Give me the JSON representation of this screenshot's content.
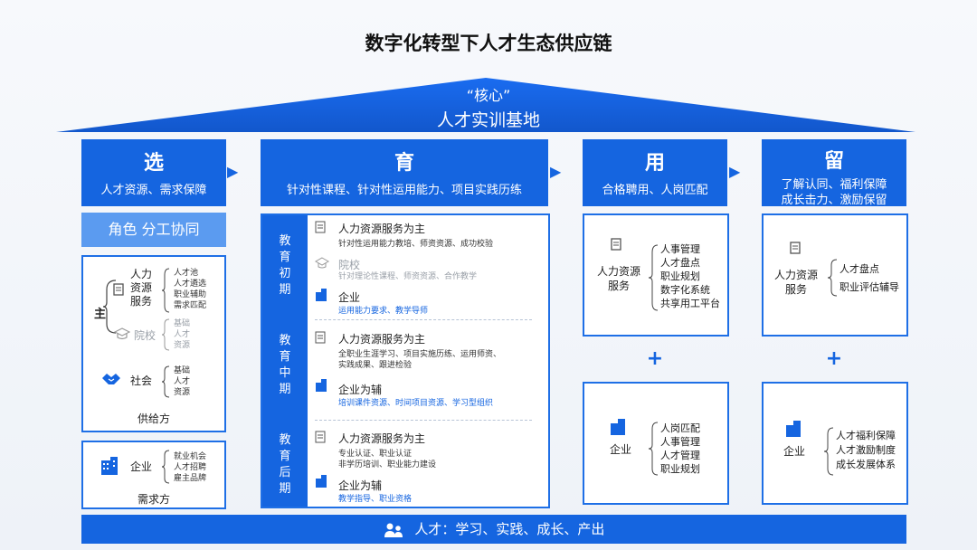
{
  "title": "数字化转型下人才生态供应链",
  "roof": {
    "line1": "“核心”",
    "line2": "人才实训基地"
  },
  "columns": [
    {
      "big": "选",
      "sub": "人才资源、需求保障"
    },
    {
      "big": "育",
      "sub": "针对性课程、针对性运用能力、项目实践历练"
    },
    {
      "big": "用",
      "sub": "合格聘用、人岗匹配"
    },
    {
      "big": "留",
      "sub1": "了解认同、福利保障",
      "sub2": "成长击力、激励保留"
    }
  ],
  "select": {
    "role_bar": "角色  分工协同",
    "main_label": "主",
    "hr_label": "人力\n资源\n服务",
    "hr_items": [
      "人才池",
      "人才遴选",
      "职业辅助",
      "需求匹配"
    ],
    "school_label": "院校",
    "school_items": [
      "基础",
      "人才",
      "资源"
    ],
    "society_label": "社会",
    "society_items": [
      "基础",
      "人才",
      "资源"
    ],
    "supply_caption": "供给方",
    "enterprise_label": "企业",
    "enterprise_items": [
      "就业机会",
      "人才招聘",
      "雇主品牌"
    ],
    "demand_caption": "需求方"
  },
  "educate": {
    "stages": [
      {
        "label": [
          "教",
          "育",
          "初",
          "期"
        ],
        "blocks": [
          {
            "title": "人力资源服务为主",
            "desc": "针对性运用能力教培、师资资源、成功校验",
            "gray": false
          },
          {
            "title": "院校",
            "desc": "针对理论性课程、师资资源、合作教学",
            "gray": true
          },
          {
            "title": "企业",
            "desc": "运用能力要求、教学导师",
            "gray": false,
            "blue": true
          }
        ]
      },
      {
        "label": [
          "教",
          "育",
          "中",
          "期"
        ],
        "blocks": [
          {
            "title": "人力资源服务为主",
            "desc": "全职业生涯学习、项目实施历练、运用师资、实践成果、跟进检验",
            "gray": false
          },
          {
            "title": "企业为辅",
            "desc": "培训课件资源、时间项目资源、学习型组织",
            "gray": false,
            "blue": true
          }
        ]
      },
      {
        "label": [
          "教",
          "育",
          "后",
          "期"
        ],
        "blocks": [
          {
            "title": "人力资源服务为主",
            "desc": "专业认证、职业认证\n非学历培训、职业能力建设",
            "gray": false
          },
          {
            "title": "企业为辅",
            "desc": "教学指导、职业资格",
            "gray": false,
            "blue": true
          }
        ]
      }
    ]
  },
  "use": {
    "top_label": "人力资源\n服务",
    "top_items": [
      "人事管理",
      "人才盘点",
      "职业规划",
      "数字化系统",
      "共享用工平台"
    ],
    "bottom_label": "企业",
    "bottom_items": [
      "人岗匹配",
      "人事管理",
      "人才管理",
      "职业规划"
    ]
  },
  "retain": {
    "top_label": "人力资源\n服务",
    "top_items": [
      "人才盘点",
      "职业评估辅导"
    ],
    "bottom_label": "企业",
    "bottom_items": [
      "人才福利保障",
      "人才激励制度",
      "成长发展体系"
    ]
  },
  "plus": "+",
  "bottom_bar": "人才：学习、实践、成长、产出",
  "colors": {
    "primary": "#1565e0",
    "light": "#5b9bf0"
  }
}
